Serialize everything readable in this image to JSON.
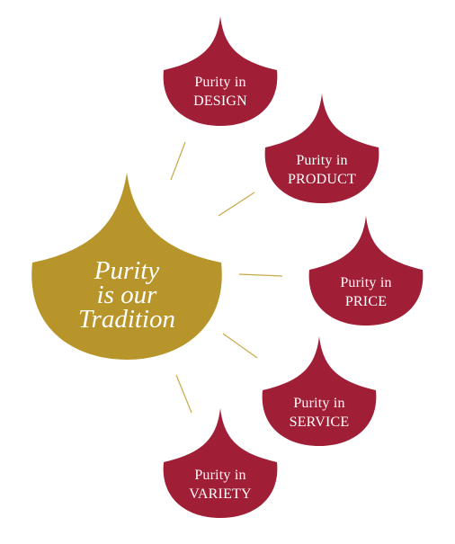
{
  "colors": {
    "gold": "#b8952b",
    "crimson": "#a01e36",
    "connector": "#c8a948",
    "text": "#ffffff"
  },
  "center": {
    "line1": "Purity",
    "line2": "is our",
    "line3": "Tradition"
  },
  "petals": [
    {
      "line1": "Purity in",
      "line2": "DESIGN"
    },
    {
      "line1": "Purity in",
      "line2": "PRODUCT"
    },
    {
      "line1": "Purity in",
      "line2": "PRICE"
    },
    {
      "line1": "Purity in",
      "line2": "SERVICE"
    },
    {
      "line1": "Purity in",
      "line2": "VARIETY"
    }
  ]
}
